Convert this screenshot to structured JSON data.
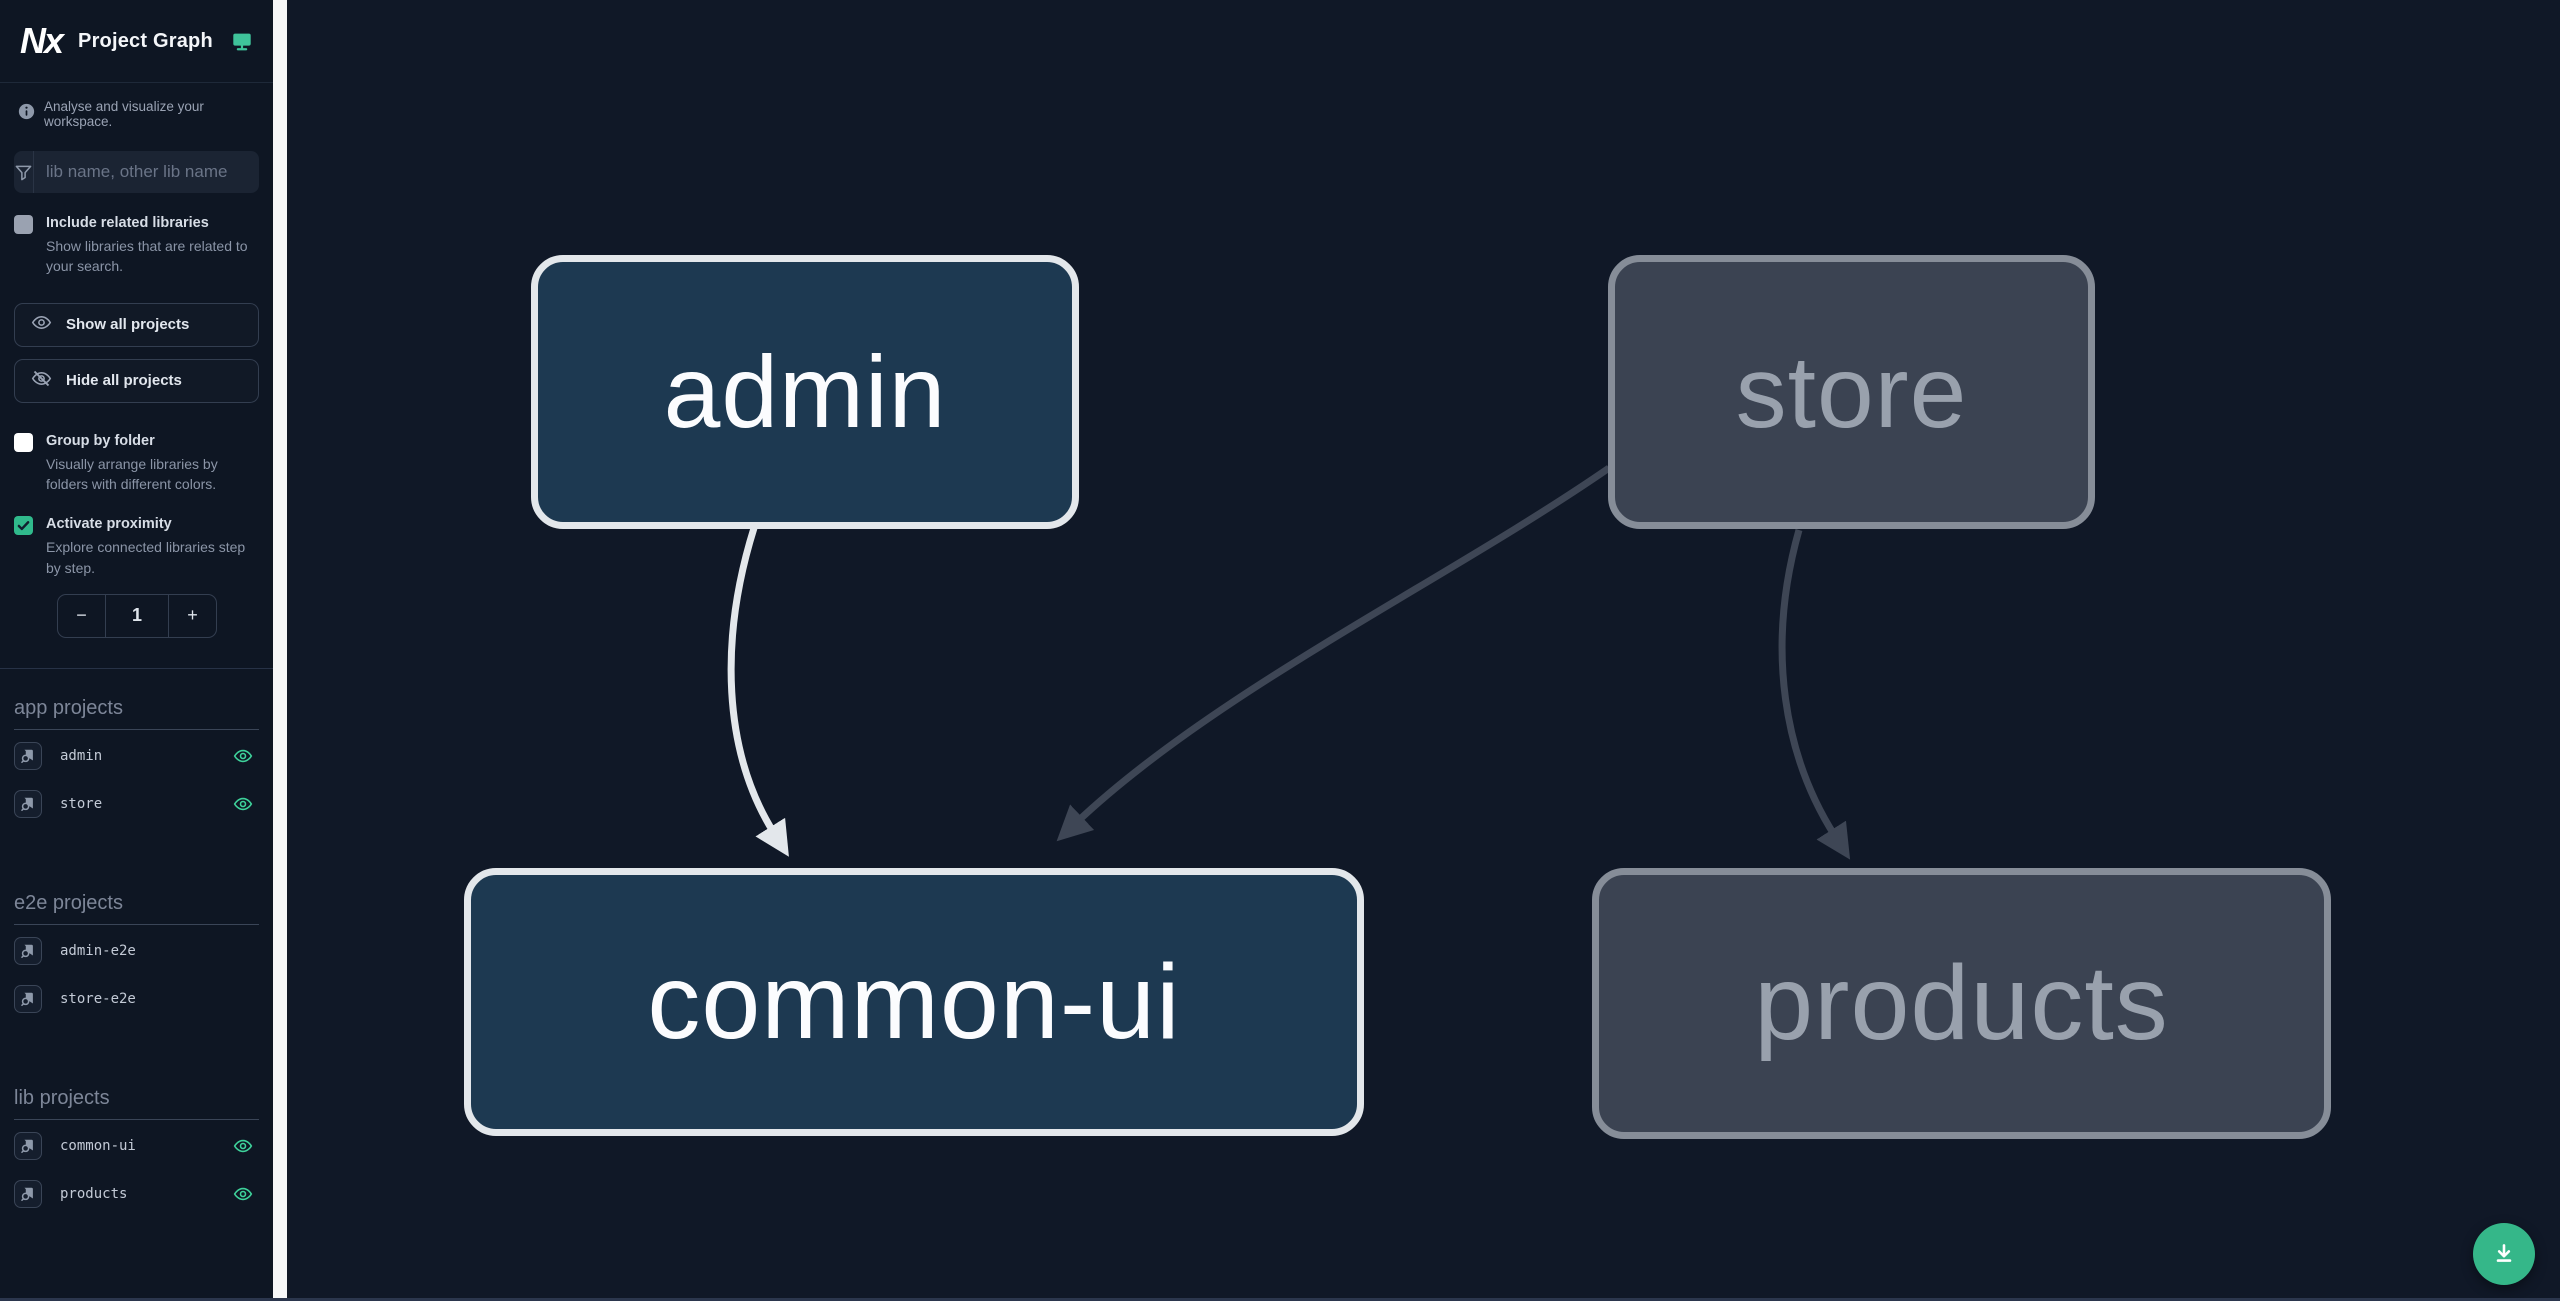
{
  "header": {
    "logo_text": "Nx",
    "title": "Project Graph"
  },
  "sidebar": {
    "tagline": "Analyse and visualize your workspace.",
    "search": {
      "placeholder": "lib name, other lib name",
      "value": ""
    },
    "checkboxes": {
      "include_related": {
        "label": "Include related libraries",
        "description": "Show libraries that are related to your search.",
        "checked": false
      },
      "group_by_folder": {
        "label": "Group by folder",
        "description": "Visually arrange libraries by folders with different colors.",
        "checked": false
      },
      "activate_proximity": {
        "label": "Activate proximity",
        "description": "Explore connected libraries step by step.",
        "checked": true
      }
    },
    "buttons": {
      "show_all": "Show all projects",
      "hide_all": "Hide all projects"
    },
    "proximity_stepper": {
      "decrement": "−",
      "value": "1",
      "increment": "+"
    },
    "sections": [
      {
        "heading": "app projects",
        "items": [
          {
            "name": "admin",
            "visible": true
          },
          {
            "name": "store",
            "visible": true
          }
        ]
      },
      {
        "heading": "e2e projects",
        "items": [
          {
            "name": "admin-e2e",
            "visible": false
          },
          {
            "name": "store-e2e",
            "visible": false
          }
        ]
      },
      {
        "heading": "lib projects",
        "items": [
          {
            "name": "common-ui",
            "visible": true
          },
          {
            "name": "products",
            "visible": true
          }
        ]
      }
    ]
  },
  "graph": {
    "nodes": [
      {
        "id": "admin",
        "label": "admin",
        "state": "highlighted"
      },
      {
        "id": "store",
        "label": "store",
        "state": "faded"
      },
      {
        "id": "common-ui",
        "label": "common-ui",
        "state": "highlighted"
      },
      {
        "id": "products",
        "label": "products",
        "state": "faded"
      }
    ],
    "edges": [
      {
        "source": "admin",
        "target": "common-ui",
        "state": "highlighted"
      },
      {
        "source": "store",
        "target": "common-ui",
        "state": "faded"
      },
      {
        "source": "store",
        "target": "products",
        "state": "faded"
      }
    ]
  },
  "colors": {
    "accent_green": "#34d399",
    "fab_background": "#35b789",
    "node_highlight_bg": "#1d3951",
    "node_highlight_border": "#e3e7eb",
    "node_faded_bg": "#3b4352",
    "node_faded_border": "#868d98",
    "edge_light": "#e3e7eb",
    "edge_dark": "#3e4655",
    "canvas_bg": "#101827",
    "sidebar_bg": "#0e1623"
  }
}
